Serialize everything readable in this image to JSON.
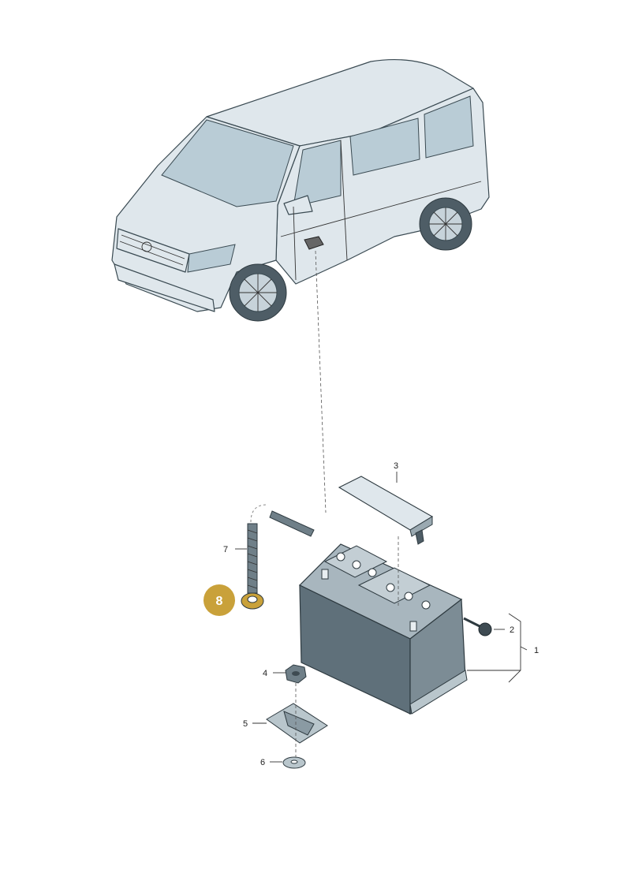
{
  "callouts": [
    {
      "label": "1"
    },
    {
      "label": "2"
    },
    {
      "label": "3"
    },
    {
      "label": "4"
    },
    {
      "label": "5"
    },
    {
      "label": "6"
    },
    {
      "label": "7"
    },
    {
      "label": "8",
      "highlighted": true
    }
  ],
  "colors": {
    "highlight_badge": "#c9a13a",
    "vehicle_body": "#dfe7ec",
    "battery_body": "#5f707a"
  },
  "icons": [
    "van-illustration",
    "battery-icon",
    "bolt-icon",
    "nut-icon",
    "bracket-icon",
    "washer-icon",
    "threaded-stud-icon",
    "cover-strip-icon"
  ]
}
